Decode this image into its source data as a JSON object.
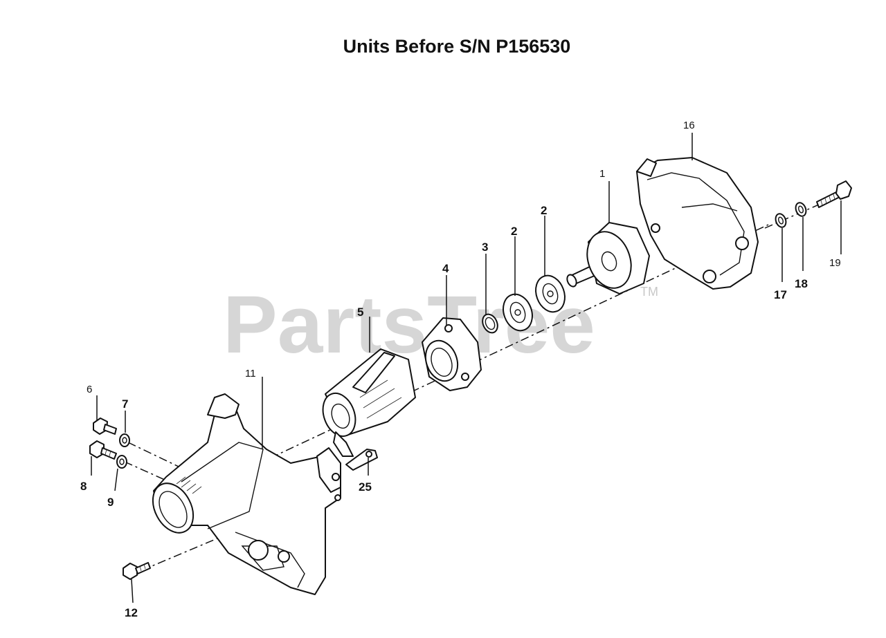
{
  "title": "Units Before S/N P156530",
  "watermark": {
    "text": "PartsTree",
    "trademark": "TM"
  },
  "callouts": [
    {
      "id": "c1",
      "label": "1"
    },
    {
      "id": "c2a",
      "label": "2"
    },
    {
      "id": "c2b",
      "label": "2"
    },
    {
      "id": "c3",
      "label": "3"
    },
    {
      "id": "c4",
      "label": "4"
    },
    {
      "id": "c5",
      "label": "5"
    },
    {
      "id": "c6",
      "label": "6"
    },
    {
      "id": "c7",
      "label": "7"
    },
    {
      "id": "c8",
      "label": "8"
    },
    {
      "id": "c9",
      "label": "9"
    },
    {
      "id": "c11",
      "label": "11"
    },
    {
      "id": "c12",
      "label": "12"
    },
    {
      "id": "c16",
      "label": "16"
    },
    {
      "id": "c17",
      "label": "17"
    },
    {
      "id": "c18",
      "label": "18"
    },
    {
      "id": "c19",
      "label": "19"
    },
    {
      "id": "c25",
      "label": "25"
    }
  ]
}
